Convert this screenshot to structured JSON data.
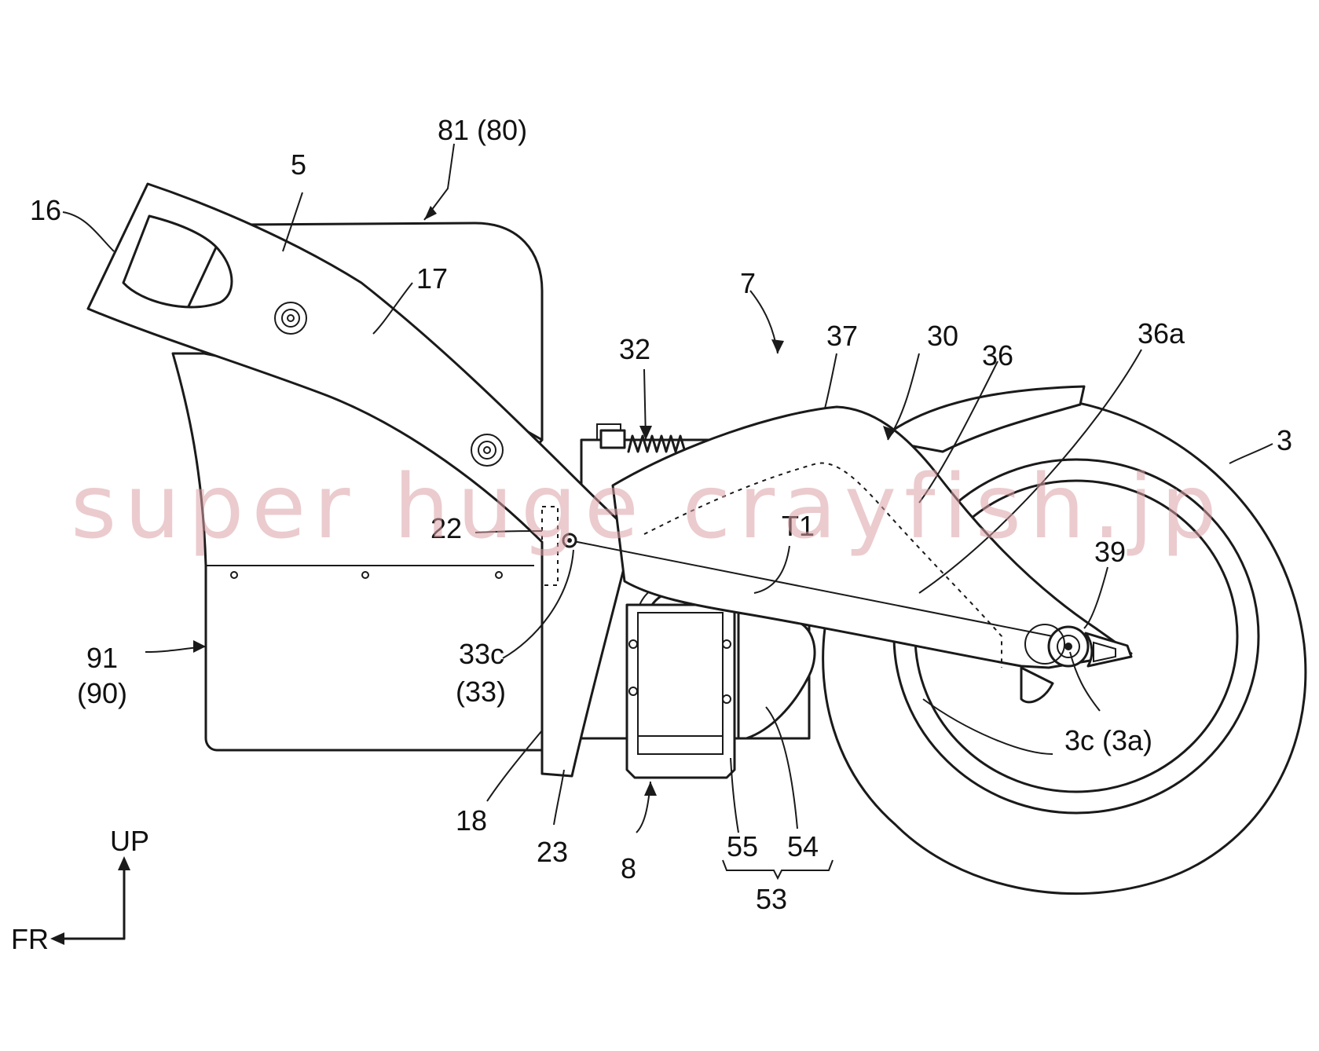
{
  "figure": {
    "labels": {
      "l16": "16",
      "l5": "5",
      "l81": "81 (80)",
      "l17": "17",
      "l7": "7",
      "l32": "32",
      "l37": "37",
      "l30": "30",
      "l36": "36",
      "l36a": "36a",
      "l3": "3",
      "l22": "22",
      "lT1": "T1",
      "l39": "39",
      "l91": "91",
      "l90": "(90)",
      "l33c": "33c",
      "l33": "(33)",
      "l3c": "3c (3a)",
      "l18": "18",
      "l23": "23",
      "l8": "8",
      "l55": "55",
      "l54": "54",
      "l53": "53",
      "lUP": "UP",
      "lFR": "FR"
    },
    "watermark": "super huge crayfish.jp"
  }
}
